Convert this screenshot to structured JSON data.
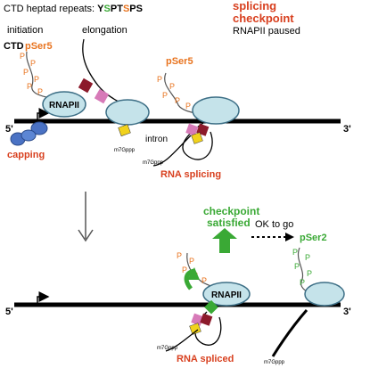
{
  "header": {
    "ctd_prefix": "CTD heptad repeats: ",
    "heptad": [
      {
        "letter": "Y",
        "color": "#000000"
      },
      {
        "letter": "S",
        "color": "#3aa935"
      },
      {
        "letter": "P",
        "color": "#000000"
      },
      {
        "letter": "T",
        "color": "#000000"
      },
      {
        "letter": "S",
        "color": "#e8731e"
      },
      {
        "letter": "P",
        "color": "#000000"
      },
      {
        "letter": "S",
        "color": "#000000"
      }
    ],
    "checkpoint_line1": "splicing",
    "checkpoint_line2": "checkpoint",
    "paused": "RNAPII paused"
  },
  "stages": {
    "initiation": "initiation",
    "elongation": "elongation"
  },
  "labels": {
    "ctd": "CTD",
    "pser5_top_left": "pSer5",
    "pser5_top_right": "pSer5",
    "rnapii_top": "RNAPII",
    "rnapii_bottom": "RNAPII",
    "five_prime_top": "5'",
    "three_prime_top": "3'",
    "five_prime_bottom": "5'",
    "three_prime_bottom": "3'",
    "intron": "intron",
    "capping": "capping",
    "rna_splicing": "RNA splicing",
    "cap_a": "m7Gppp",
    "cap_b": "m7Gppp",
    "cap_c": "m7Gppp",
    "checkpoint_satisfied_1": "checkpoint",
    "checkpoint_satisfied_2": "satisfied",
    "ok_to_go": "OK to go",
    "pser2": "pSer2",
    "rna_spliced": "RNA spliced",
    "phospho": "P"
  },
  "colors": {
    "orange": "#e8731e",
    "red": "#d8401f",
    "green": "#3aa935",
    "pol_fill": "#c5e3ea",
    "pol_stroke": "#3d6f86",
    "capping_fill": "#4a72c4",
    "exon_yellow": "#f1d21c",
    "exon_pink": "#d77ab8",
    "exon_maroon": "#8c1a2b"
  }
}
